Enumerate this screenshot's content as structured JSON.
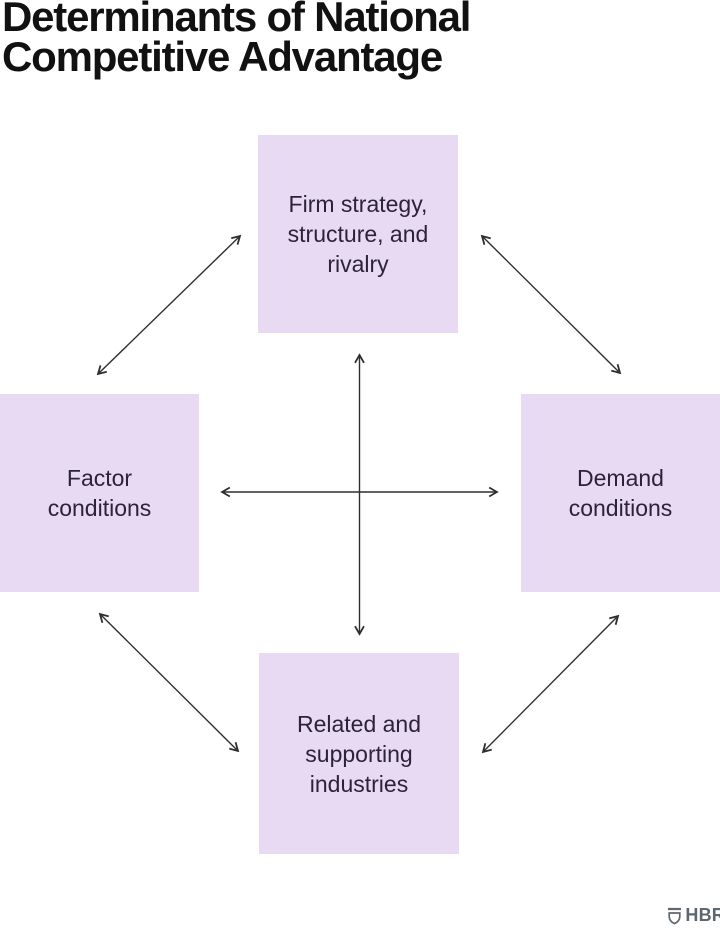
{
  "title": {
    "text": "Determinants of National\nCompetitive Advantage"
  },
  "diagram": {
    "type": "diamond-model",
    "nodes": [
      {
        "id": "firm-strategy",
        "position": "top",
        "label": "Firm strategy,\nstructure, and\nrivalry"
      },
      {
        "id": "factor-conditions",
        "position": "left",
        "label": "Factor\nconditions"
      },
      {
        "id": "demand-conditions",
        "position": "right",
        "label": "Demand\nconditions"
      },
      {
        "id": "related-industries",
        "position": "bottom",
        "label": "Related and\nsupporting\nindustries"
      }
    ],
    "connections": [
      {
        "from": "factor-conditions",
        "to": "firm-strategy",
        "bidirectional": true
      },
      {
        "from": "firm-strategy",
        "to": "demand-conditions",
        "bidirectional": true
      },
      {
        "from": "factor-conditions",
        "to": "related-industries",
        "bidirectional": true
      },
      {
        "from": "related-industries",
        "to": "demand-conditions",
        "bidirectional": true
      },
      {
        "from": "factor-conditions",
        "to": "demand-conditions",
        "bidirectional": true
      },
      {
        "from": "firm-strategy",
        "to": "related-industries",
        "bidirectional": true
      }
    ]
  },
  "colors": {
    "background": "#ffffff",
    "node_fill": "#e8daf2",
    "node_text": "#2e2239",
    "title_text": "#111111",
    "arrow": "#2e2e2e",
    "logo": "#5d6770"
  },
  "footer": {
    "logo_text": "HBR"
  }
}
